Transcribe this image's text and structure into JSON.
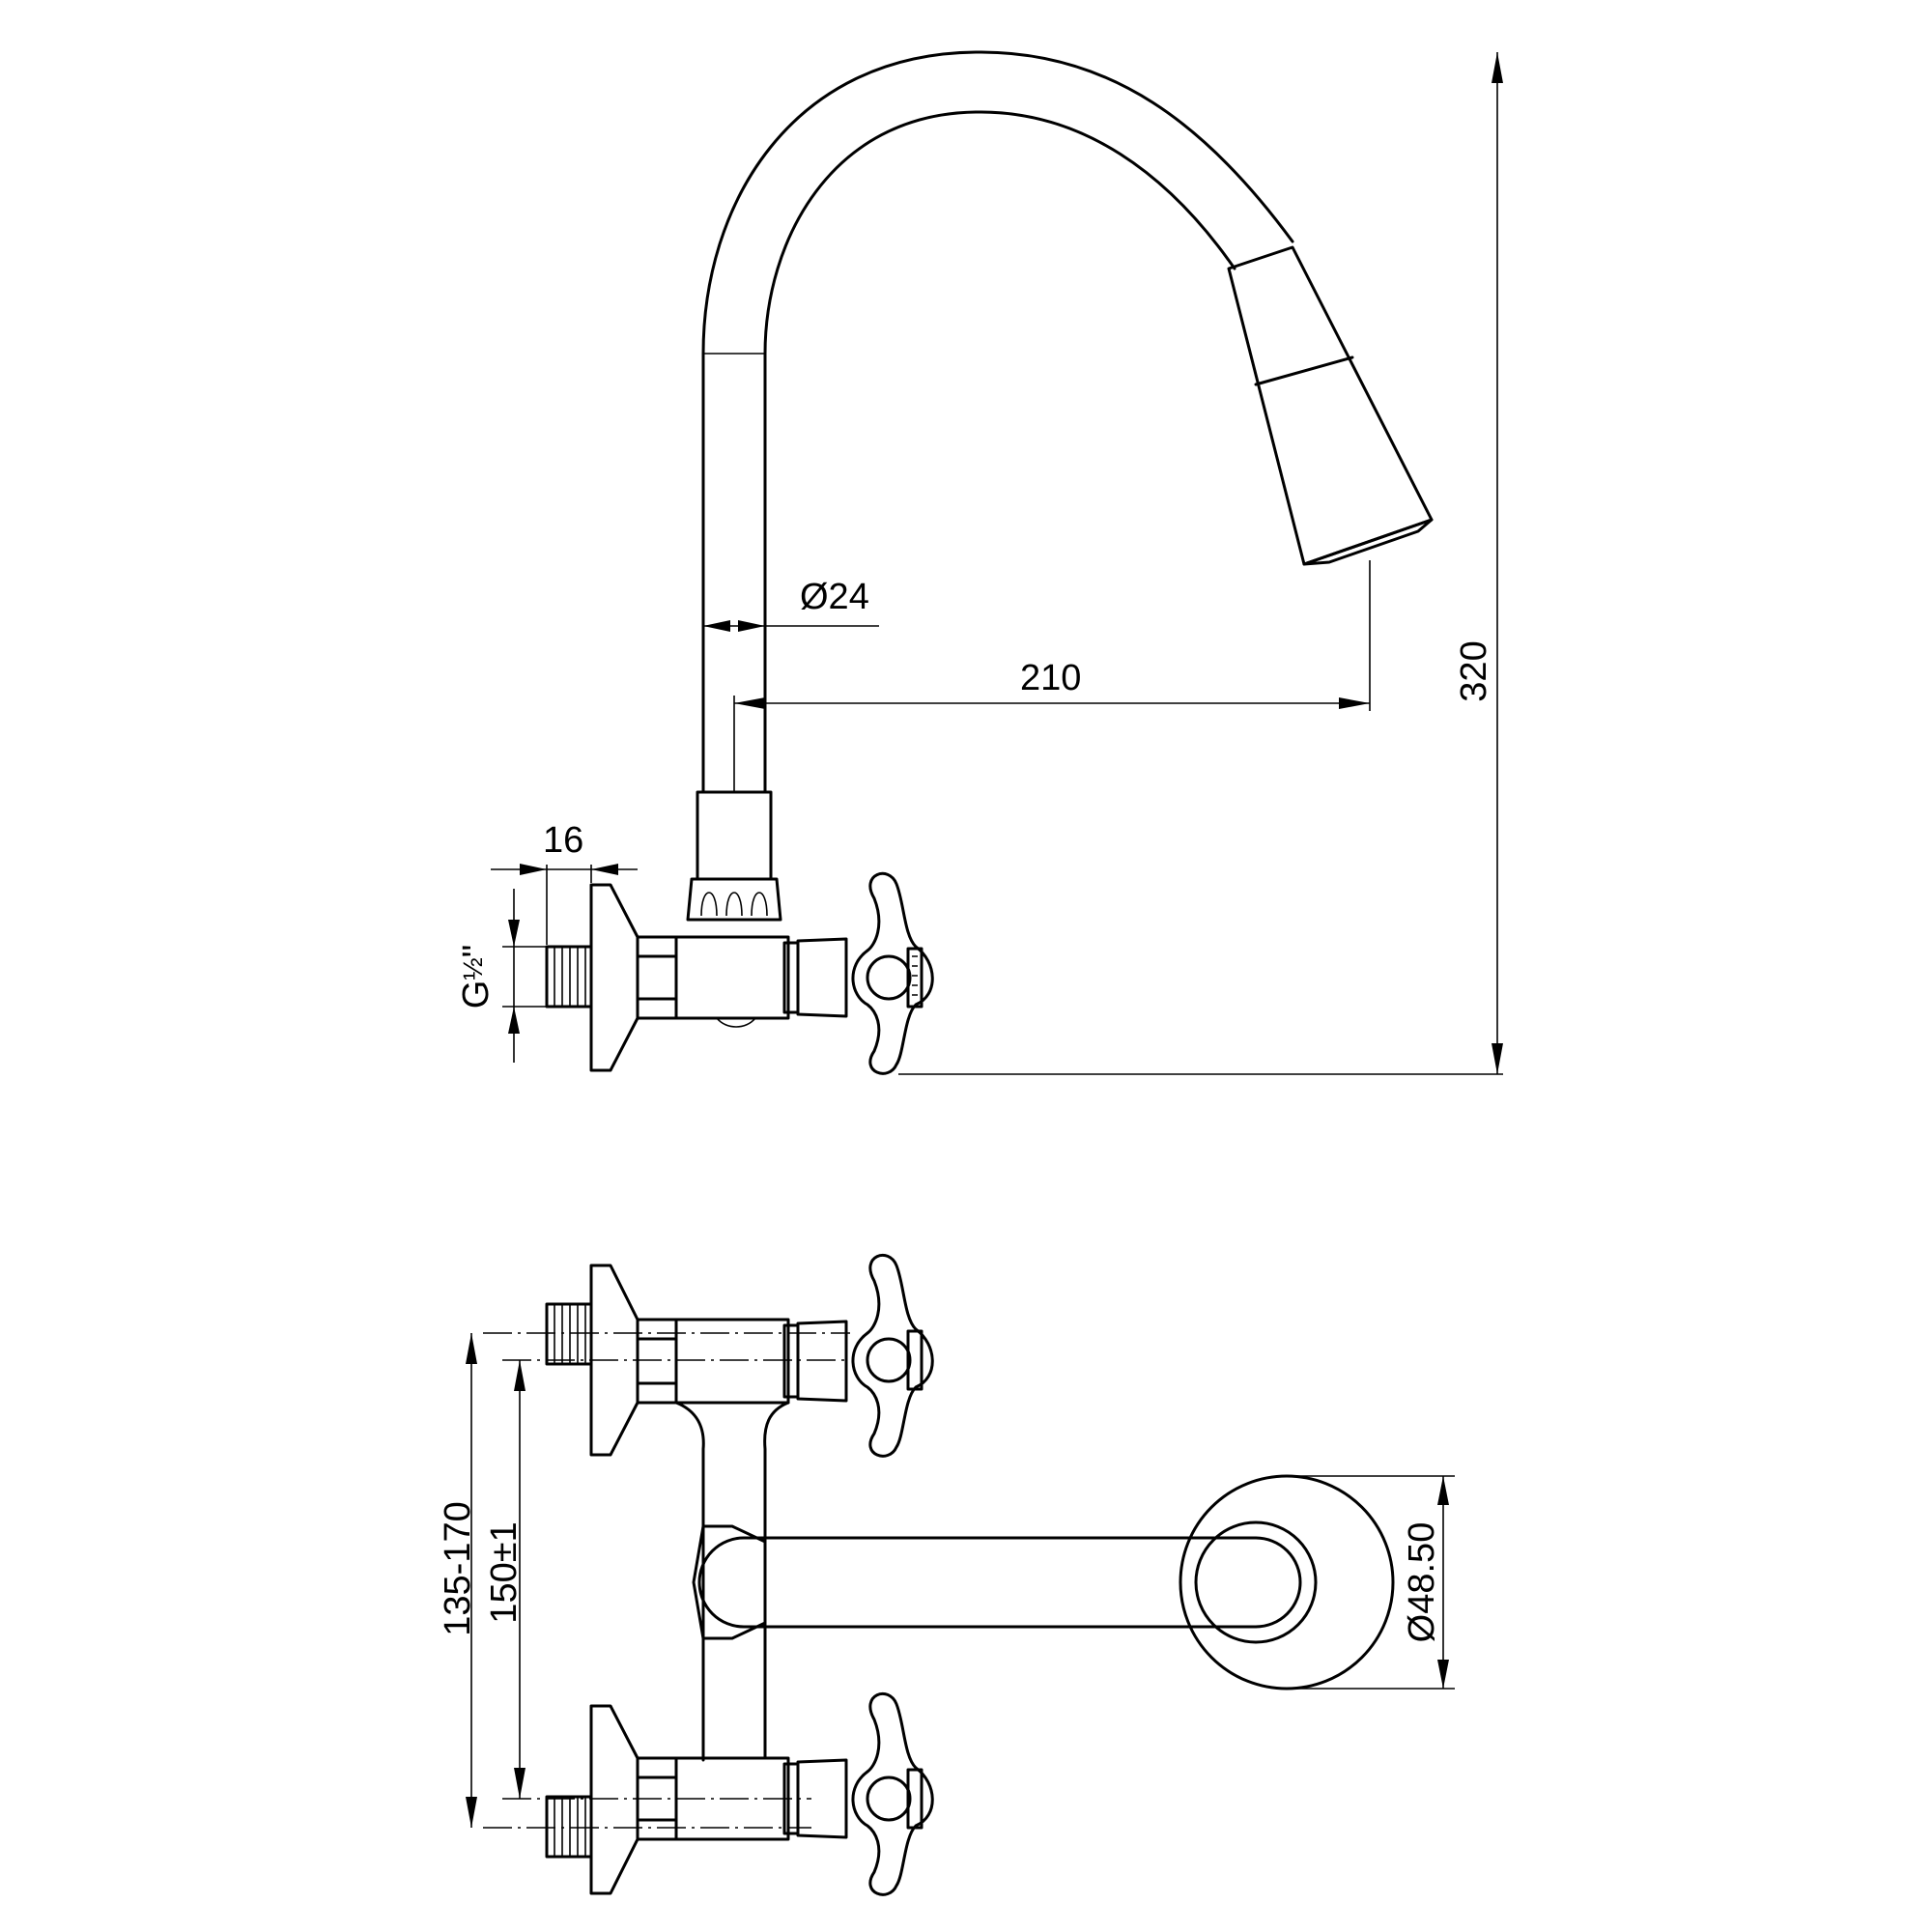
{
  "dimensions": {
    "spout_diameter": "Ø24",
    "spout_reach": "210",
    "total_height": "320",
    "flange_depth": "16",
    "thread_g": "G",
    "thread_fraction": "½",
    "thread_quote": "\"",
    "centre_range": "135-170",
    "centre_nominal": "150±1",
    "rosette_diameter": "Ø48.50"
  }
}
